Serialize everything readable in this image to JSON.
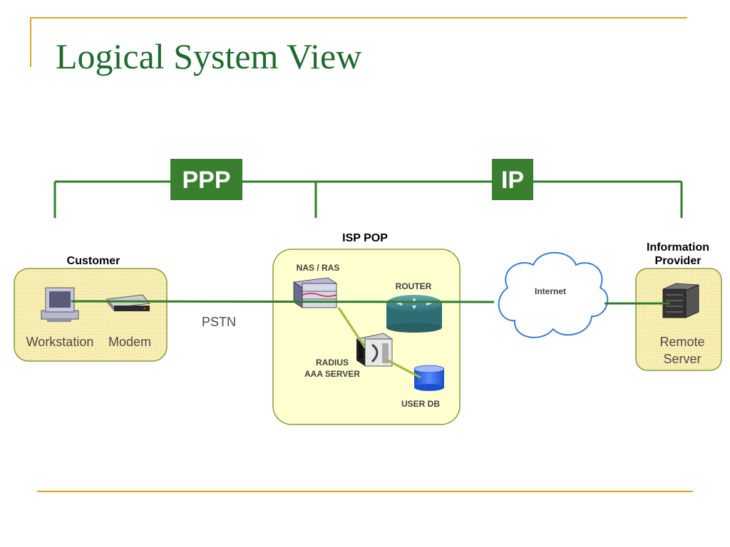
{
  "slide": {
    "title": "Logical System View"
  },
  "colors": {
    "accent": "#d9a520",
    "title": "#1e6b2e",
    "line_green": "#2e7d2e",
    "link_lime": "#9aba3c",
    "badge_green": "#3a7f2f",
    "zone_fill": "#f7efb4",
    "zone_border": "#8a9a3a",
    "pop_fill": "#ffffd0"
  },
  "protocols": {
    "ppp": "PPP",
    "ip": "IP"
  },
  "zones": {
    "customer": {
      "title": "Customer",
      "devices": {
        "workstation": {
          "label": "Workstation",
          "icon": "workstation-icon"
        },
        "modem": {
          "label": "Modem",
          "icon": "modem-icon"
        }
      }
    },
    "isp_pop": {
      "title": "ISP POP",
      "devices": {
        "nas": {
          "label": "NAS / RAS",
          "icon": "nas-icon"
        },
        "router": {
          "label": "ROUTER",
          "icon": "router-icon"
        },
        "radius": {
          "label_line1": "RADIUS",
          "label_line2": "AAA SERVER",
          "icon": "radius-server-icon"
        },
        "userdb": {
          "label": "USER DB",
          "icon": "database-icon"
        }
      }
    },
    "internet": {
      "label": "Internet",
      "icon": "cloud-icon"
    },
    "provider": {
      "title_line1": "Information",
      "title_line2": "Provider",
      "devices": {
        "server": {
          "label_line1": "Remote",
          "label_line2": "Server",
          "icon": "server-icon"
        }
      }
    }
  },
  "links": {
    "pstn": "PSTN"
  }
}
